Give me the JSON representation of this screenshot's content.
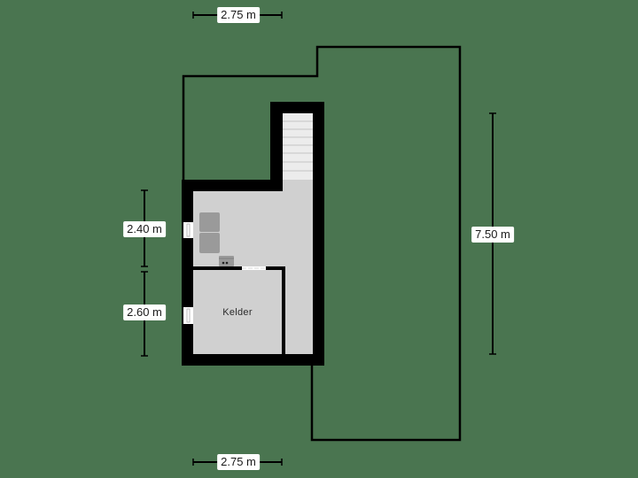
{
  "colors": {
    "background": "#4a7550",
    "wall": "#000000",
    "floor": "#d0d0d0",
    "stairs": "#ececec",
    "appliance": "#9a9a9a",
    "label_bg": "#ffffff"
  },
  "dimensions": {
    "top_width": "2.75 m",
    "bottom_width": "2.75 m",
    "left_upper_height": "2.40 m",
    "left_lower_height": "2.60 m",
    "right_total_height": "7.50 m"
  },
  "rooms": [
    {
      "name": "Kelder"
    }
  ],
  "fixtures": {
    "washer_dryer_stack": "washer-dryer",
    "boiler": "boiler",
    "stairs": "stairs",
    "windows": 2,
    "doors": 1
  }
}
